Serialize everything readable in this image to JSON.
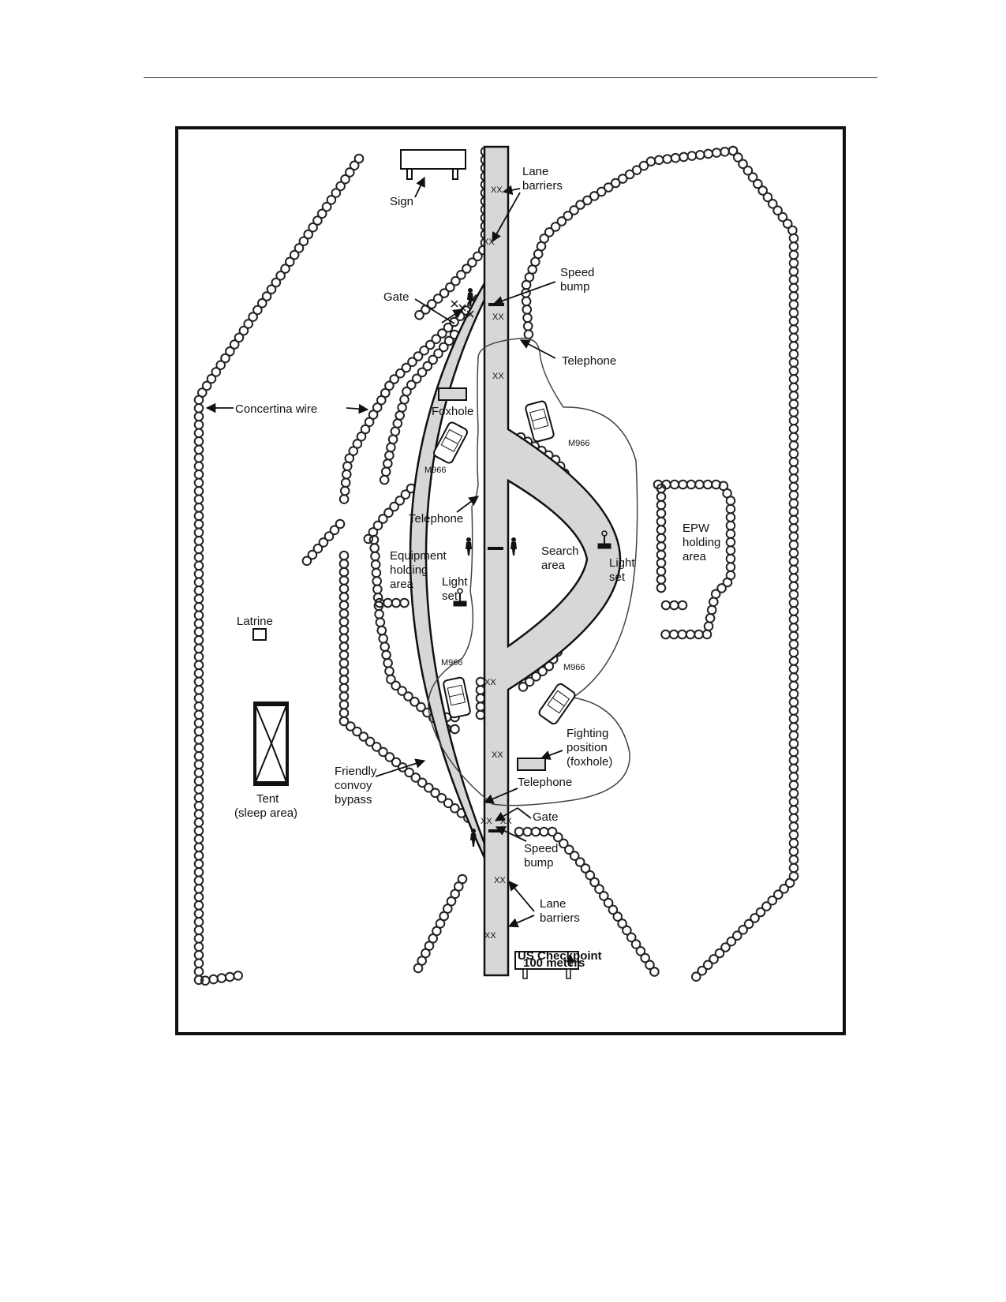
{
  "labels": {
    "sign": "Sign",
    "lane_barriers": [
      "Lane",
      "barriers"
    ],
    "speed_bump": [
      "Speed",
      "bump"
    ],
    "gate": "Gate",
    "telephone": "Telephone",
    "concertina_wire": "Concertina wire",
    "foxhole": "Foxhole",
    "vehicle": "M966",
    "search_area": [
      "Search",
      "area"
    ],
    "light_set": [
      "Light",
      "set"
    ],
    "epw_holding_area": [
      "EPW",
      "holding",
      "area"
    ],
    "equipment_holding_area": [
      "Equipment",
      "holding",
      "area"
    ],
    "latrine": "Latrine",
    "tent": [
      "Tent",
      "(sleep area)"
    ],
    "friendly_convoy_bypass": [
      "Friendly",
      "convoy",
      "bypass"
    ],
    "fighting_position": [
      "Fighting",
      "position",
      "(foxhole)"
    ],
    "barrier_mark": "XX",
    "checkpoint_sign": [
      "US Checkpoint",
      "100 meters"
    ]
  },
  "colors": {
    "ink": "#111111",
    "road": "#d7d7d7",
    "wire": "#222222"
  }
}
